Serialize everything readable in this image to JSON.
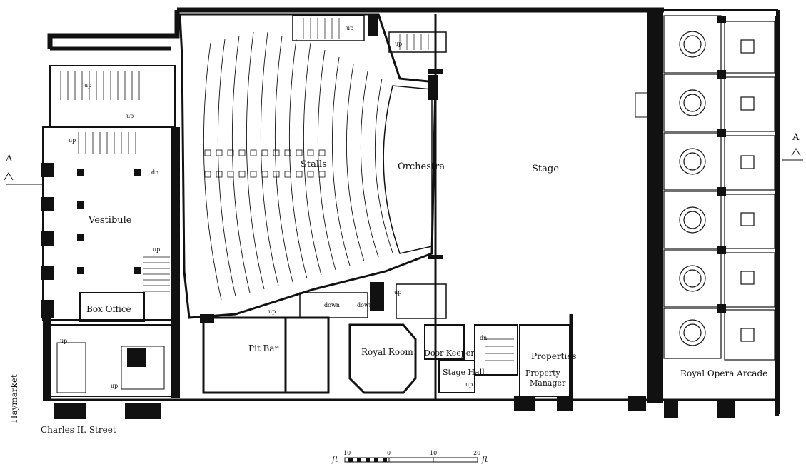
{
  "rooms": {
    "stalls": "Stalls",
    "orchestra": "Orchestra",
    "stage": "Stage",
    "vestibule": "Vestibule",
    "box_office": "Box Office",
    "pit_bar": "Pit Bar",
    "royal_room": "Royal Room",
    "door_keeper": "Door Keeper",
    "stage_hall": "Stage Hall",
    "properties": "Properties",
    "property_manager_1": "Property",
    "property_manager_2": "Manager",
    "royal_opera_arcade": "Royal Opera Arcade"
  },
  "streets": {
    "haymarket": "Haymarket",
    "charles_ii_street": "Charles II. Street"
  },
  "markers": {
    "section_a": "A",
    "up": "up",
    "down": "dn",
    "down_long": "down"
  },
  "scale": {
    "unit_left": "ft",
    "unit_right": "ft",
    "ticks": [
      "10",
      "0",
      "10",
      "20"
    ]
  }
}
